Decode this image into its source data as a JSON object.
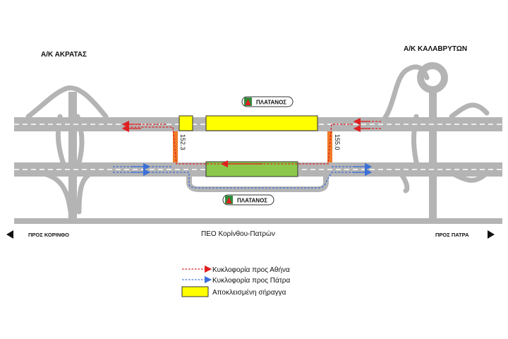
{
  "interchanges": {
    "left": "Α/Κ ΑΚΡΑΤΑΣ",
    "right": "Α/Κ ΚΑΛΑΒΡΥΤΩΝ"
  },
  "tunnel": {
    "name_top": "ΠΛΑΤΑΝΟΣ",
    "name_bottom": "ΠΛΑΤΑΝΟΣ"
  },
  "chainage": {
    "left": "152.3",
    "right": "155.0"
  },
  "old_road": {
    "label": "ΠΕΟ Κορίνθου-Πατρών",
    "left_direction": "ΠΡΟΣ ΚΟΡΙΝΘΟ",
    "right_direction": "ΠΡΟΣ ΠΑΤΡΑ"
  },
  "legend": {
    "athens_traffic": "Κυκλοφορία προς Αθήνα",
    "patras_traffic": "Κυκλοφορία προς Πάτρα",
    "closed_tunnel": "Αποκλεισμένη σήραγγα"
  },
  "colors": {
    "road": "#b4b4b4",
    "athens_arrow": "#e02020",
    "patras_arrow": "#3a6fd8",
    "closed_tunnel": "#ffff00",
    "open_tunnel": "#8cc84a",
    "crossover": "#f07a28"
  }
}
